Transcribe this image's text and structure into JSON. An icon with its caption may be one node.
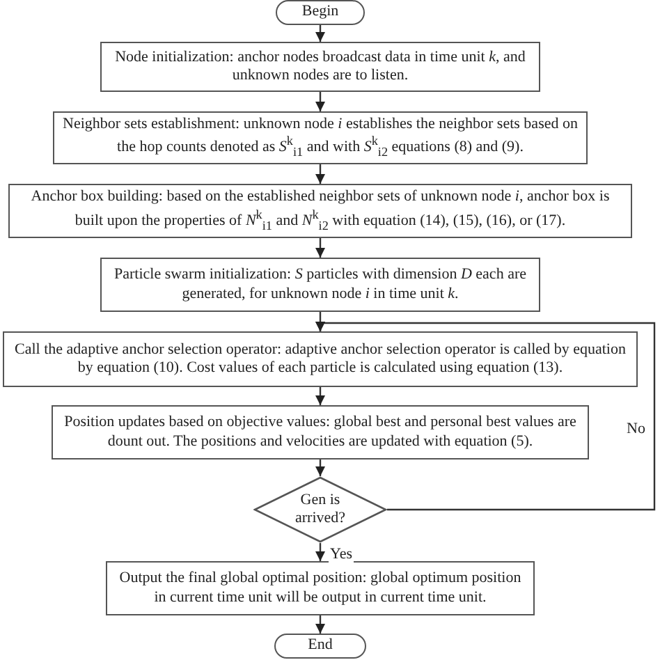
{
  "diagram": {
    "nodes": [
      {
        "text": [
          "Begin"
        ]
      },
      {
        "text": [
          "Node initialization: anchor nodes broadcast data in time unit *k*, and unknown nodes are to listen."
        ]
      },
      {
        "text": [
          "Neighbor sets establishment: unknown node *i* establishes the neighbor sets based on the hop counts denoted as *S*$^{k}$$_{i1}$ and with *S*$^{k}$$_{i2}$ equations (8) and (9)."
        ]
      },
      {
        "text": [
          "Anchor box building: based on the established neighbor sets of unknown node *i*, anchor box is built upon the properties of *N*$^{k}$$_{i1}$ and *N*$^{k}$$_{i2}$ with equation (14), (15), (16), or (17)."
        ]
      },
      {
        "text": [
          "Particle swarm initialization: *S* particles with dimension *D* each are generated, for unknown node *i* in time unit *k*."
        ]
      },
      {
        "text": [
          "Call the adaptive anchor selection operator: adaptive anchor selection operator is called by equation by equation (10). Cost values of each particle is calculated using equation (13)."
        ]
      },
      {
        "text": [
          "Position updates based on objective values: global best and personal best values are dount out. The positions and velocities are updated with equation (5)."
        ]
      },
      {
        "text": [
          "Gen is arrived?"
        ]
      },
      {
        "text": [
          "Output the final global optimal position: global optimum position in current time unit will be output in current time unit."
        ]
      },
      {
        "text": [
          "End"
        ]
      }
    ],
    "edges": [
      {
        "from": 0,
        "to": 1,
        "arrow": "to"
      },
      {
        "from": 1,
        "to": 2,
        "arrow": "to"
      },
      {
        "from": 2,
        "to": 3,
        "arrow": "to"
      },
      {
        "from": 3,
        "to": 4,
        "arrow": "to"
      },
      {
        "from": 4,
        "to": 5,
        "arrow": "to"
      },
      {
        "from": 5,
        "to": 6,
        "arrow": "to"
      },
      {
        "from": 6,
        "to": 7,
        "arrow": "to"
      },
      {
        "from": 7,
        "to": 8,
        "arrow": "to",
        "label": "Yes"
      },
      {
        "from": 8,
        "to": 9,
        "arrow": "to"
      },
      {
        "from": 7,
        "to": 5,
        "arrow": "to",
        "label": "No"
      }
    ]
  }
}
